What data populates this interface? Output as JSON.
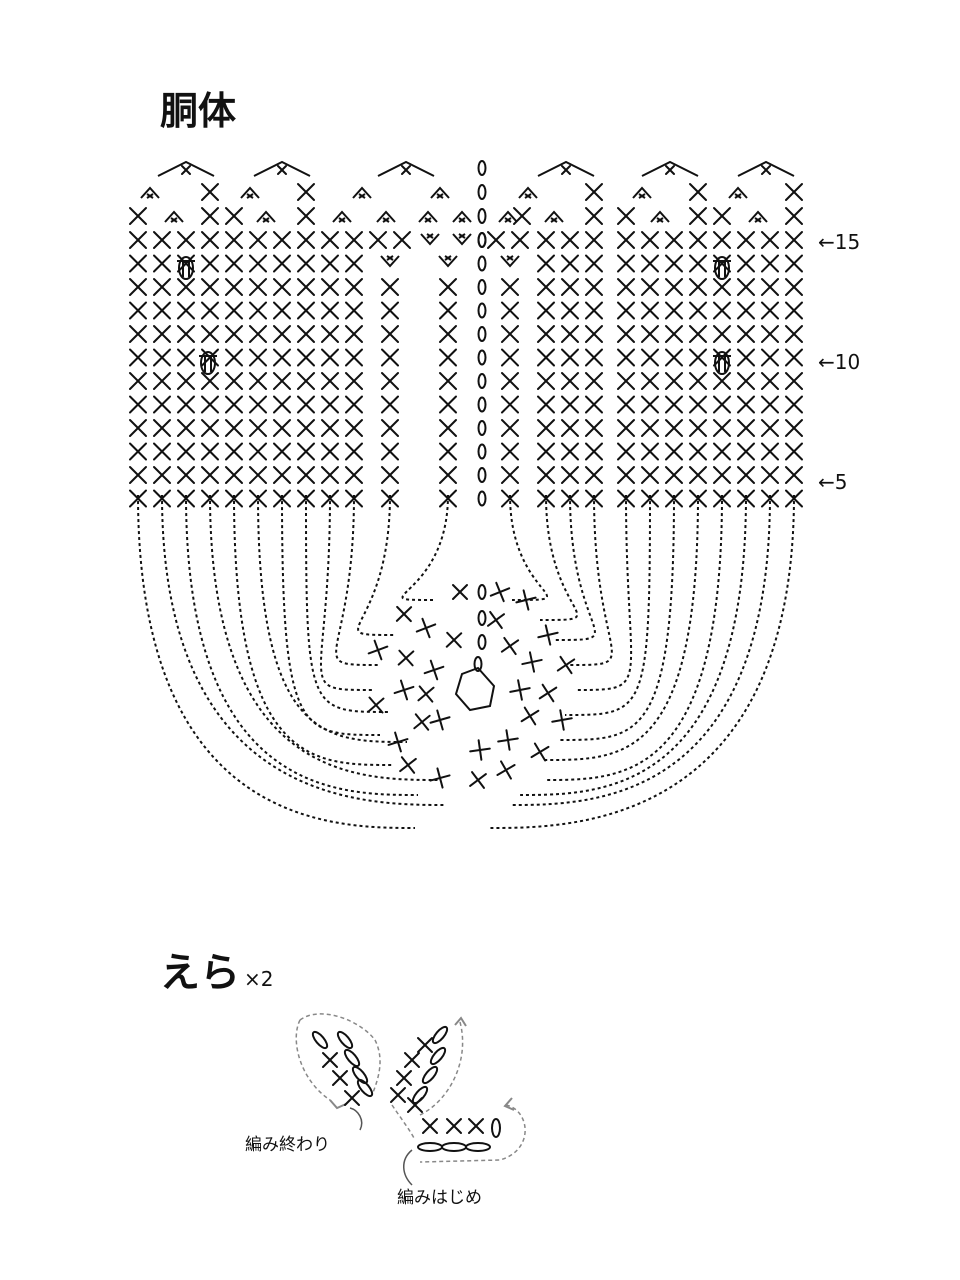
{
  "section_body": {
    "title": "胴体"
  },
  "row_markers": [
    {
      "label": "←15",
      "row": 15
    },
    {
      "label": "←10",
      "row": 10
    },
    {
      "label": "←5",
      "row": 5
    }
  ],
  "section_gill": {
    "title": "えら",
    "multiplier": "×2"
  },
  "gill_notes": {
    "end": "編み終わり",
    "start": "編みはじめ"
  },
  "colors": {
    "ink": "#111111",
    "guide": "#888888"
  }
}
